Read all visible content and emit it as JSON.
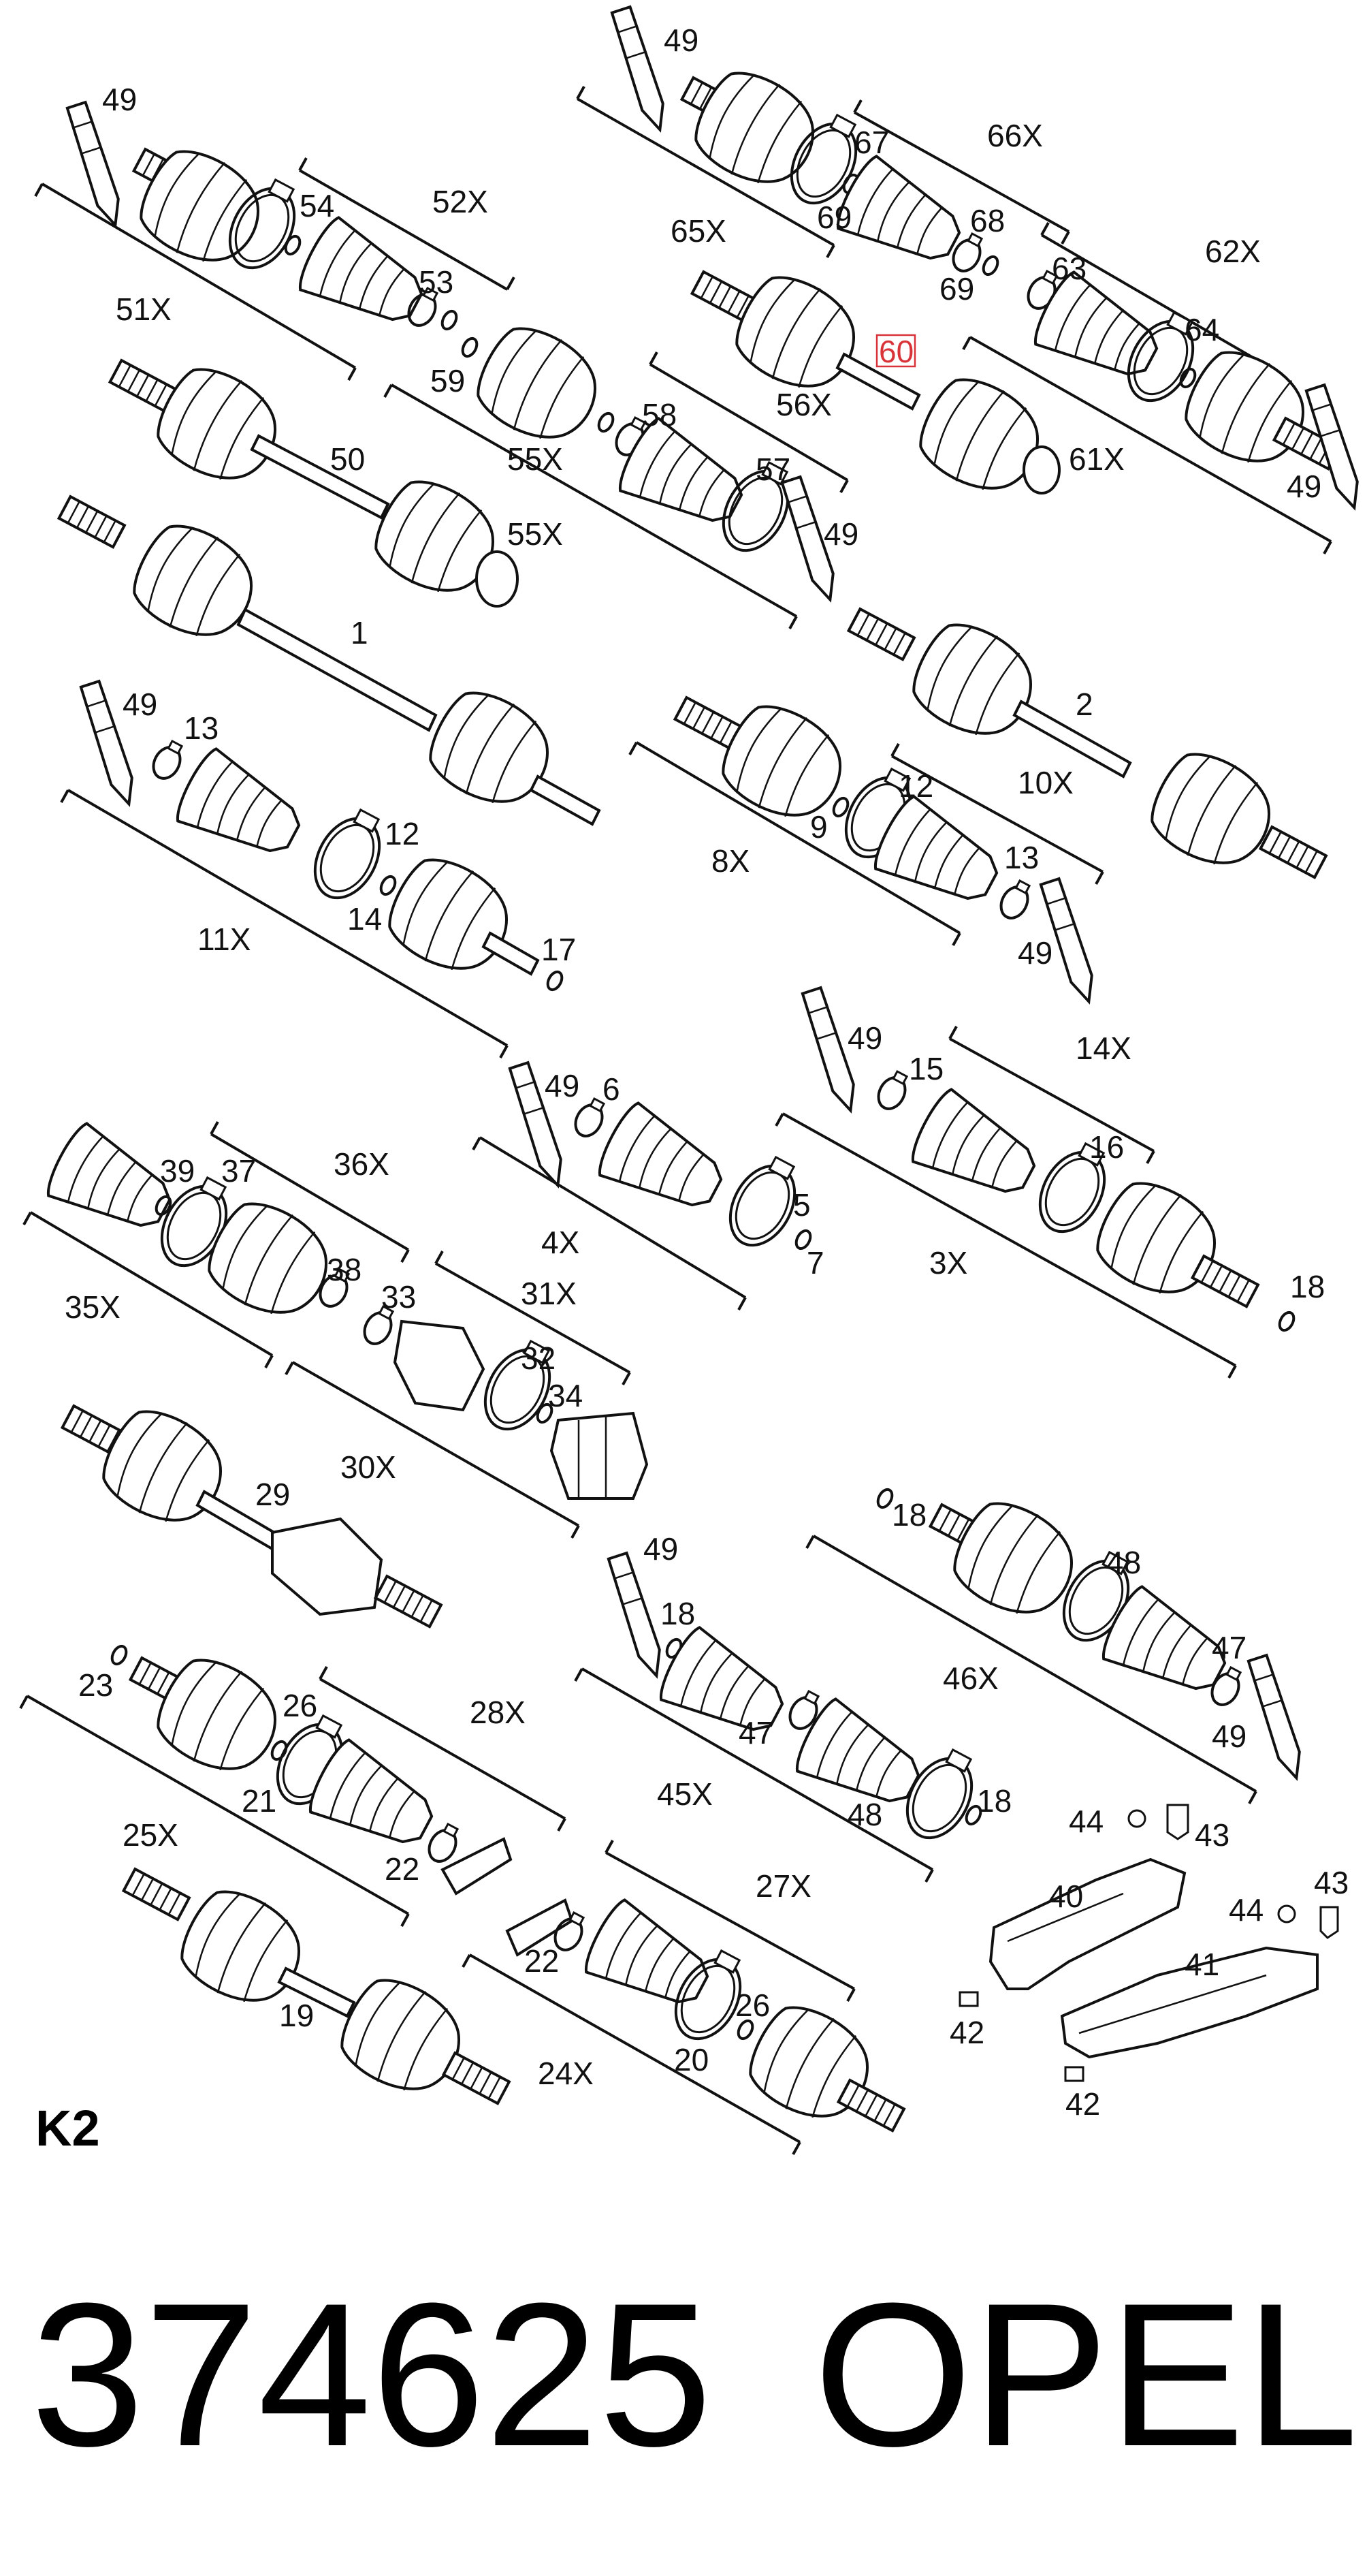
{
  "diagram": {
    "section_label": "K2",
    "footer": {
      "part_number": "374625",
      "brand": "OPEL"
    },
    "highlighted_callout": "60",
    "callouts": [
      "49",
      "52X",
      "54",
      "53",
      "51X",
      "50",
      "59",
      "55X",
      "56X",
      "58",
      "57",
      "1",
      "65X",
      "67",
      "66X",
      "69",
      "68",
      "62X",
      "63",
      "64",
      "61X",
      "2",
      "13",
      "12",
      "14",
      "11X",
      "17",
      "8X",
      "9",
      "10X",
      "39",
      "37",
      "36X",
      "35X",
      "38",
      "33",
      "31X",
      "32",
      "34",
      "30X",
      "29",
      "6",
      "5",
      "4X",
      "7",
      "15",
      "14X",
      "16",
      "3X",
      "18",
      "23",
      "26",
      "28X",
      "21",
      "25X",
      "22",
      "19",
      "27X",
      "24X",
      "20",
      "46X",
      "48",
      "47",
      "45X",
      "44",
      "43",
      "40",
      "41",
      "42"
    ]
  }
}
